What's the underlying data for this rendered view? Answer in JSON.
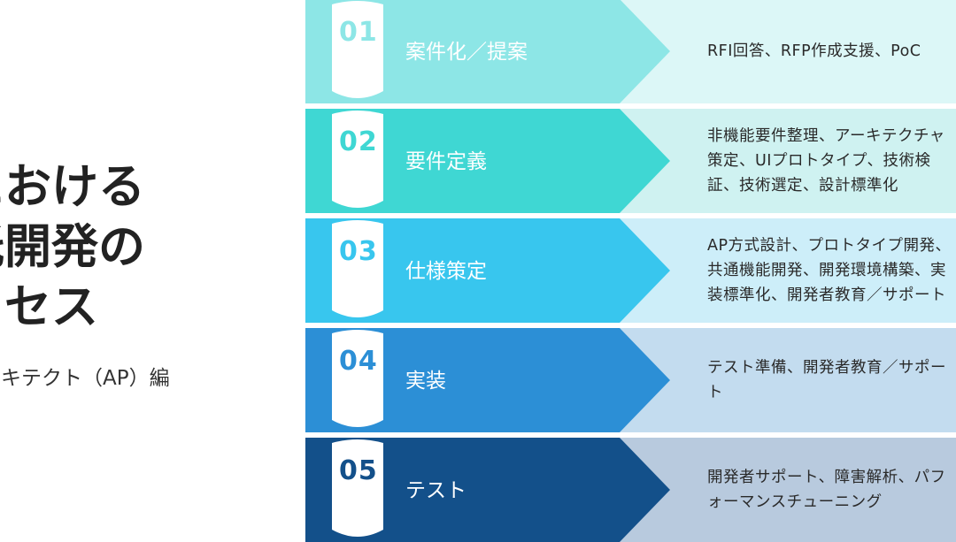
{
  "title_lines": [
    "における",
    "託開発の",
    "ロセス"
  ],
  "subtitle": "ーキテクト（AP）編",
  "steps": [
    {
      "num": "01",
      "label": "案件化／提案",
      "desc": "RFI回答、RFP作成支援、PoC",
      "arrow_color": "#8de6e6",
      "band_color": "#dcf7f7",
      "num_color": "#8de6e6"
    },
    {
      "num": "02",
      "label": "要件定義",
      "desc": "非機能要件整理、アーキテクチャ\n策定、UIプロトタイプ、技術検\n証、技術選定、設計標準化",
      "arrow_color": "#3fd7d3",
      "band_color": "#cff2f1",
      "num_color": "#3fd7d3"
    },
    {
      "num": "03",
      "label": "仕様策定",
      "desc": "AP方式設計、プロトタイプ開発、\n共通機能開発、開発環境構築、実\n装標準化、開発者教育／サポート",
      "arrow_color": "#38c6ee",
      "band_color": "#cdeef9",
      "num_color": "#38c6ee"
    },
    {
      "num": "04",
      "label": "実装",
      "desc": "テスト準備、開発者教育／サポー\nト",
      "arrow_color": "#2c8fd6",
      "band_color": "#c3dcef",
      "num_color": "#2c8fd6"
    },
    {
      "num": "05",
      "label": "テスト",
      "desc": "開発者サポート、障害解析、パフ\nォーマンスチューニング",
      "arrow_color": "#13508a",
      "band_color": "#b8cade",
      "num_color": "#13508a"
    }
  ]
}
